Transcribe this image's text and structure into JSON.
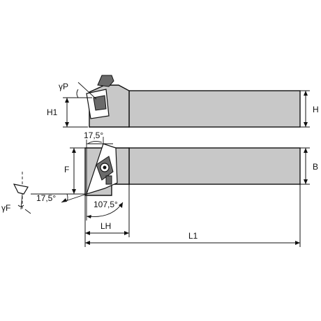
{
  "labels": {
    "gamma_p": "γP",
    "h1": "H1",
    "h": "H",
    "angle_top": "17,5°",
    "f": "F",
    "b": "B",
    "angle_left": "17,5°",
    "gamma_f": "γF",
    "angle_kr": "107,5°",
    "lh": "LH",
    "l1": "L1"
  },
  "colors": {
    "body": "#c8c8c8",
    "line": "#111111",
    "background": "#ffffff"
  }
}
